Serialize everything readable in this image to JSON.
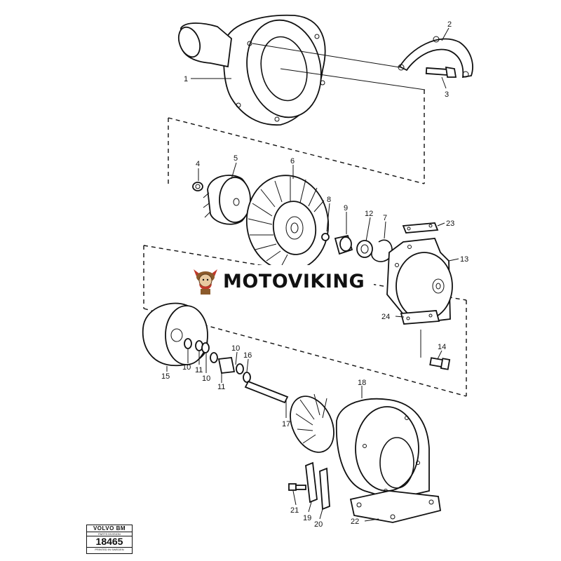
{
  "watermark": {
    "text": "MOTOVIKING",
    "logo_icon": "viking-logo-icon"
  },
  "stamp": {
    "brand": "VOLVO BM",
    "division": "PARTS DIVISION",
    "number": "18465",
    "printed": "PRINTED IN SWEDEN"
  },
  "part_labels": [
    "1",
    "2",
    "3",
    "4",
    "5",
    "6",
    "8",
    "9",
    "12",
    "7",
    "23",
    "13",
    "24",
    "14",
    "15",
    "10",
    "11",
    "10",
    "11",
    "10",
    "16",
    "18",
    "17",
    "21",
    "19",
    "20",
    "22"
  ],
  "colors": {
    "ink": "#111111",
    "paper": "#ffffff",
    "logo_red": "#c0392b",
    "logo_brown": "#8b5a2b"
  }
}
